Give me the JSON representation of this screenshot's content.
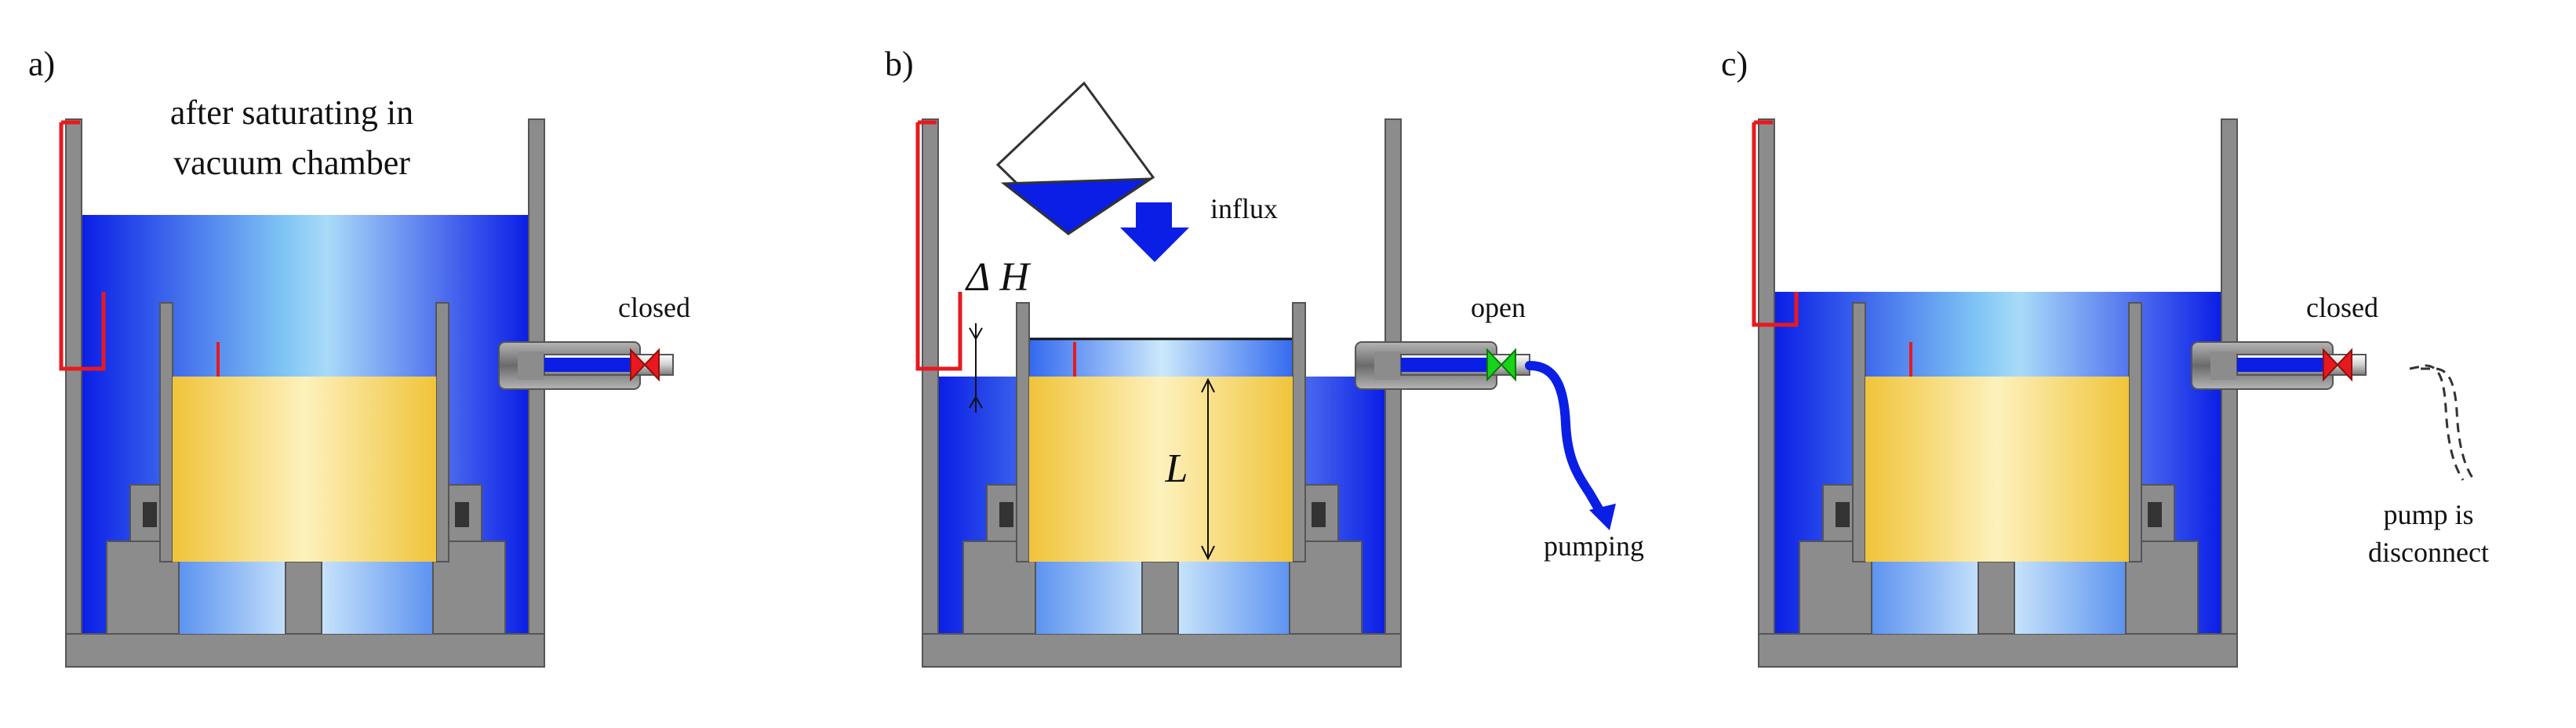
{
  "panels": [
    {
      "id": "a",
      "label": "a)",
      "caption_lines": [
        "after saturating in",
        "vacuum chamber"
      ],
      "valve_state": "closed",
      "valve_color": "#e8191e"
    },
    {
      "id": "b",
      "label": "b)",
      "delta_h": "Δ H",
      "length_label": "L",
      "influx_label": "influx",
      "valve_state": "open",
      "valve_color": "#19d219",
      "pumping_label": "pumping"
    },
    {
      "id": "c",
      "label": "c)",
      "valve_state": "closed",
      "valve_color": "#e8191e",
      "pump_note_lines": [
        "pump is",
        "disconnect"
      ]
    }
  ],
  "colors": {
    "water": "#0a1ee6",
    "sample": "#f2cd45",
    "wall": "#8c8c8c",
    "marker": "#e8191e"
  }
}
